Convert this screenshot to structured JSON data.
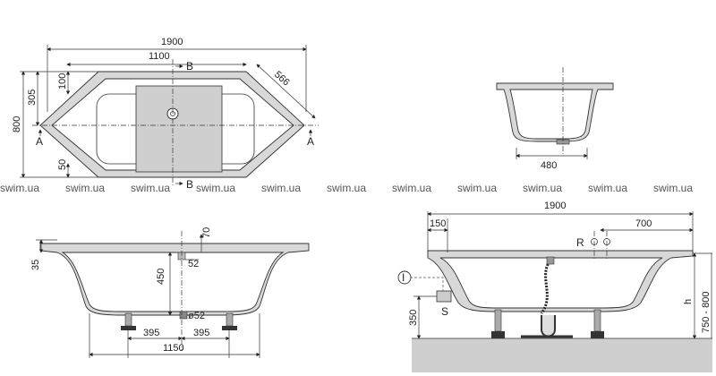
{
  "watermark": {
    "text": "swim.ua",
    "count": 11
  },
  "top_view": {
    "dims": {
      "overall_length": "1900",
      "inner_length": "1100",
      "depth": "800",
      "side_offset": "305",
      "edge_100": "100",
      "edge_50": "50",
      "diag_edge": "566"
    },
    "section_labels": {
      "a_left": "A",
      "a_right": "A",
      "b_top": "B",
      "b_bottom": "B"
    }
  },
  "section_a_view": {
    "dims": {
      "width": "480"
    }
  },
  "front_view": {
    "dims": {
      "rim": "35",
      "rim_70": "70",
      "height_450": "450",
      "d52_top": "52",
      "d52_bottom": "ø52",
      "leg_left": "395",
      "leg_right": "395",
      "leg_span": "1150"
    }
  },
  "install_view": {
    "dims": {
      "overall_length": "1900",
      "offset_150": "150",
      "offset_700": "700",
      "floor_350": "350",
      "height_range": "750 - 800",
      "h_label": "h"
    },
    "labels": {
      "r": "R",
      "s": "S",
      "i_marker": "I"
    }
  }
}
